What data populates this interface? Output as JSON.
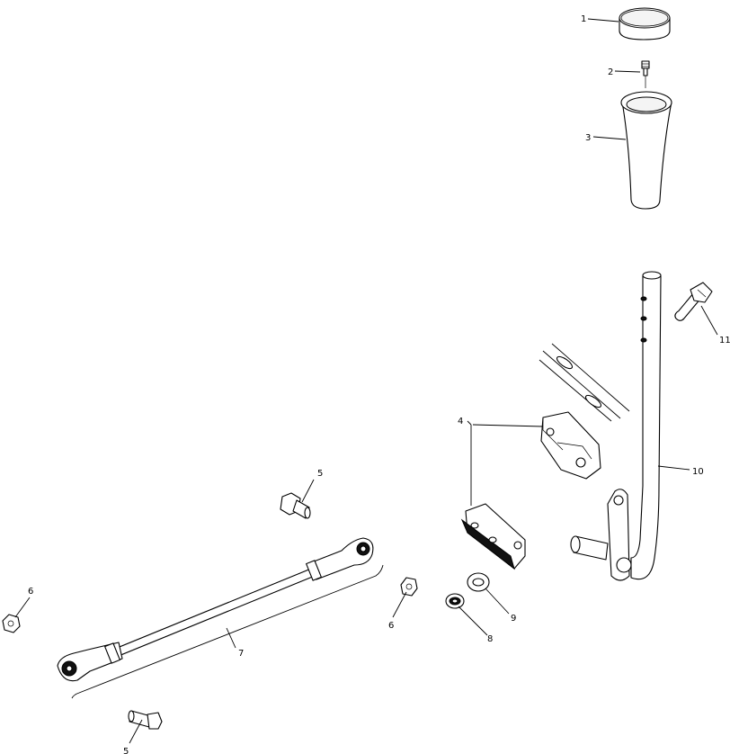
{
  "diagram": {
    "callouts": [
      {
        "id": "c1",
        "text": "1"
      },
      {
        "id": "c2",
        "text": "2"
      },
      {
        "id": "c3",
        "text": "3"
      },
      {
        "id": "c4",
        "text": "4"
      },
      {
        "id": "c5a",
        "text": "5"
      },
      {
        "id": "c5b",
        "text": "5"
      },
      {
        "id": "c6a",
        "text": "6"
      },
      {
        "id": "c6b",
        "text": "6"
      },
      {
        "id": "c7",
        "text": "7"
      },
      {
        "id": "c8",
        "text": "8"
      },
      {
        "id": "c9",
        "text": "9"
      },
      {
        "id": "c10",
        "text": "10"
      },
      {
        "id": "c11",
        "text": "11"
      }
    ]
  }
}
